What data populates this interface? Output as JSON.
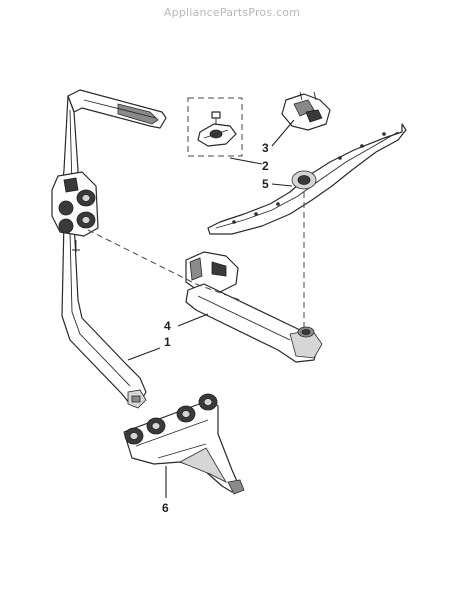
{
  "watermark": "AppliancePartsPros.com",
  "labels": [
    {
      "id": "part-1",
      "text": "1"
    },
    {
      "id": "part-2",
      "text": "2"
    },
    {
      "id": "part-3",
      "text": "3"
    },
    {
      "id": "part-4",
      "text": "4"
    },
    {
      "id": "part-5",
      "text": "5"
    },
    {
      "id": "part-6",
      "text": "6"
    }
  ]
}
